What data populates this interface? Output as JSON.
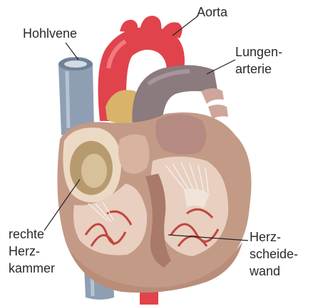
{
  "labels": {
    "hohlvene": "Hohlvene",
    "aorta": "Aorta",
    "lungenarterie_line1": "Lungen-",
    "lungenarterie_line2": "arterie",
    "rechte_herzkammer_line1": "rechte",
    "rechte_herzkammer_line2": "Herz-",
    "rechte_herzkammer_line3": "kammer",
    "herzscheidewand_line1": "Herz-",
    "herzscheidewand_line2": "scheide-",
    "herzscheidewand_line3": "wand"
  },
  "colors": {
    "aorta": "#e0434c",
    "vein": "#8e9fb4",
    "pulmonary": "#8b7a7e",
    "muscle_outer": "#c39a86",
    "muscle_inner": "#d9b7a4",
    "chamber": "#e8cfc0",
    "trabeculae": "#c0463f",
    "fat": "#d9b36a"
  }
}
